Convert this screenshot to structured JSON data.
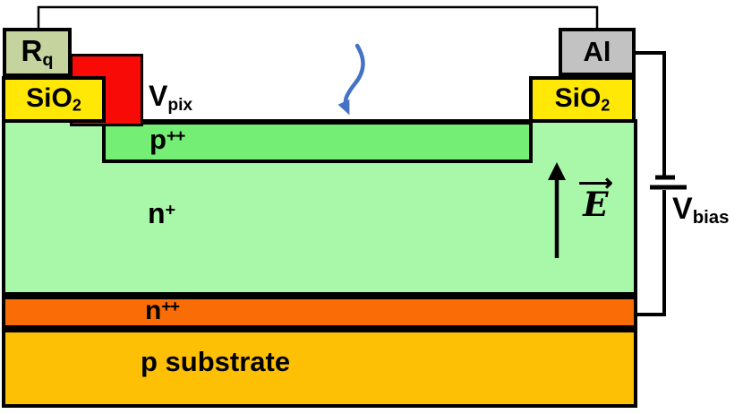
{
  "labels": {
    "rq": {
      "main": "R",
      "sub": "q"
    },
    "sio2_left": {
      "main": "SiO",
      "sub": "2"
    },
    "vpix": {
      "main": "V",
      "sub": "pix"
    },
    "p_plus": {
      "main": "p",
      "sup": "++"
    },
    "n_plus": {
      "main": "n",
      "sup": "+"
    },
    "e_field": {
      "main": "E",
      "vector_arrow": "⟶"
    },
    "al": {
      "main": "Al"
    },
    "sio2_right": {
      "main": "SiO",
      "sub": "2"
    },
    "vbias": {
      "main": "V",
      "sub": "bias"
    },
    "n_plus_plus": {
      "main": "n",
      "sup": "++"
    },
    "p_substrate": {
      "main": "p substrate"
    }
  },
  "colors": {
    "resistor_box": "#C5D39E",
    "oxide_yellow": "#FFE805",
    "contact_red": "#F80B06",
    "p_implant_green": "#74EE74",
    "n_bulk_green": "#A9F8A9",
    "buried_layer_orange": "#FA6C05",
    "substrate_amber": "#FDC005",
    "al_gray": "#C2C2C2",
    "photon_blue": "#4472C4",
    "wire_black": "#000000"
  },
  "icons": {
    "photon_arrow": "squiggly-down-arrow",
    "e_field_arrow": "up-arrow",
    "battery": "battery-cell-symbol"
  }
}
